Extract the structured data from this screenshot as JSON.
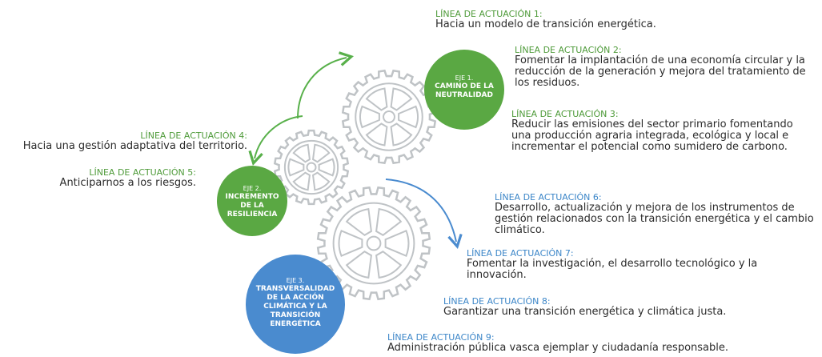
{
  "colors": {
    "green": "#5aa843",
    "green_label": "#4f9b3a",
    "blue": "#4a8bcf",
    "blue_label": "#3c86c8",
    "gear_stroke": "#bfc3c6",
    "arrow_green": "#58b04a",
    "arrow_blue": "#4a8bcf"
  },
  "ejes": [
    {
      "code": "EJE 1.",
      "title": "CAMINO DE LA NEUTRALIDAD"
    },
    {
      "code": "EJE 2.",
      "title": "INCREMENTO DE LA RESILIENCIA"
    },
    {
      "code": "EJE 3.",
      "title": "TRANSVERSALIDAD DE LA ACCIÓN CLIMÁTICA Y LA TRANSICIÓN ENERGÉTICA"
    }
  ],
  "lineas": [
    {
      "label": "LÍNEA DE ACTUACIÓN 1:",
      "text": "Hacia un modelo de transición energética."
    },
    {
      "label": "LÍNEA DE ACTUACIÓN 2:",
      "text": "Fomentar la implantación de una economía circular y la reducción de la generación y mejora del tratamiento de los residuos."
    },
    {
      "label": "LÍNEA DE ACTUACIÓN 3:",
      "text": "Reducir las emisiones del sector primario fomentando una producción agraria integrada, ecológica y local e incrementar el potencial como sumidero de carbono."
    },
    {
      "label": "LÍNEA DE ACTUACIÓN 4:",
      "text": "Hacia una gestión adaptativa del territorio."
    },
    {
      "label": "LÍNEA DE ACTUACIÓN 5:",
      "text": "Anticiparnos a los riesgos."
    },
    {
      "label": "LÍNEA DE ACTUACIÓN 6:",
      "text": "Desarrollo, actualización y mejora de los instrumentos de gestión relacionados con la transición energética y el cambio climático."
    },
    {
      "label": "LÍNEA DE ACTUACIÓN 7:",
      "text": "Fomentar la investigación, el desarrollo tecnológico y la innovación."
    },
    {
      "label": "LÍNEA DE ACTUACIÓN 8:",
      "text": "Garantizar una transición energética y climática justa."
    },
    {
      "label": "LÍNEA DE ACTUACIÓN 9:",
      "text": "Administración pública vasca ejemplar y ciudadanía responsable."
    }
  ]
}
